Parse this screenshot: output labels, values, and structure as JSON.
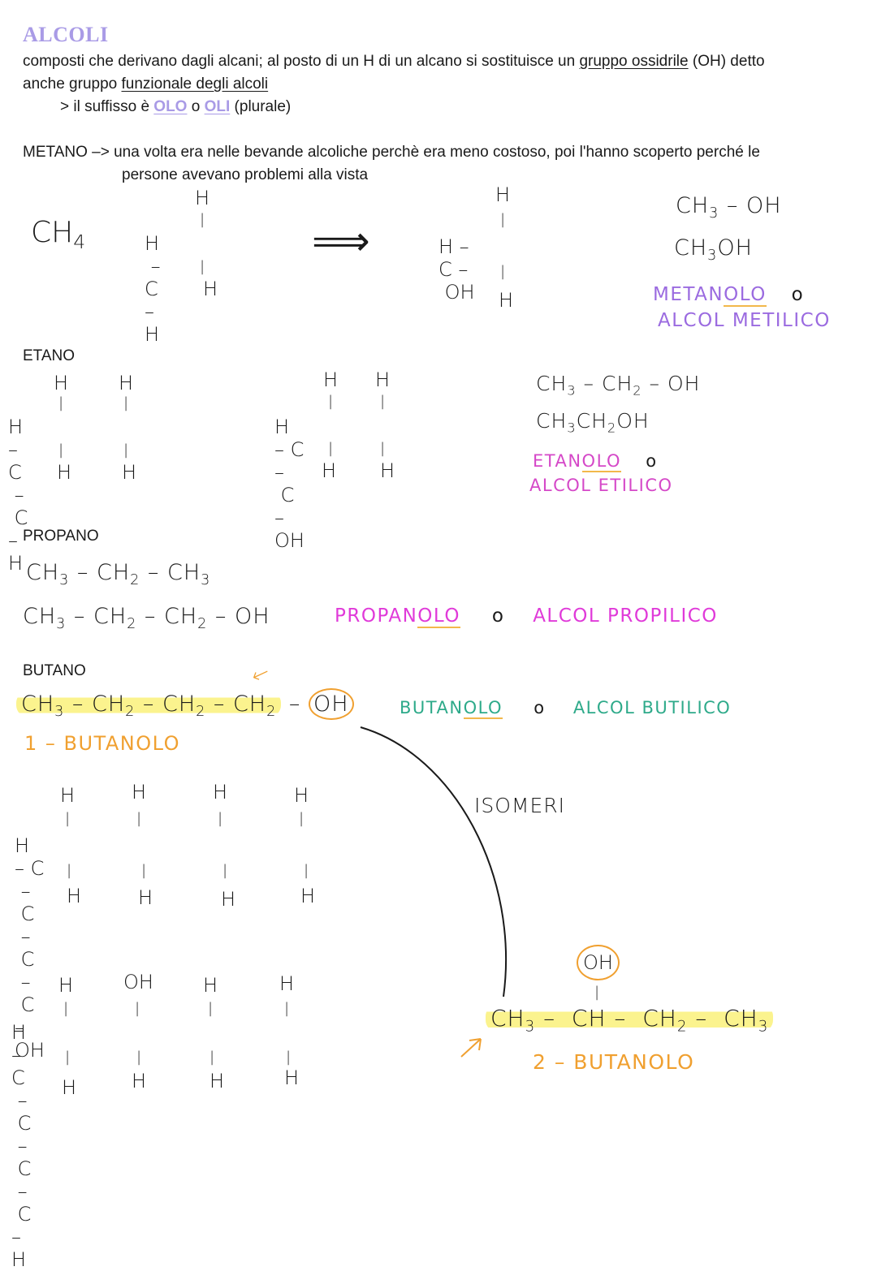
{
  "title": "ALCOLI",
  "intro": {
    "line1_pre": "composti che derivano dagli alcani; al posto di un H di un alcano si sostituisce un ",
    "line1_u": "gruppo ossidrile",
    "line1_post": " (OH) detto",
    "line2_pre": "anche gruppo ",
    "line2_u": "funzionale degli alcoli",
    "suffix_pre": "> il suffisso è ",
    "suffix_a": "OLO",
    "suffix_mid": " o ",
    "suffix_b": "OLI",
    "suffix_post": " (plurale)"
  },
  "metano": {
    "note_label": "METANO –>",
    "note_line1": " una volta era nelle bevande alcoliche perchè era meno costoso, poi l'hanno scoperto perché le",
    "note_line2": "persone avevano problemi alla vista",
    "formula": "CH4",
    "arrow": "⟹",
    "condensed1": "CH3 – OH",
    "condensed2": "CH3OH",
    "name1_pre": "METAN",
    "name1_u": "OLO",
    "name_or": "o",
    "name2": "ALCOL METILICO"
  },
  "etano": {
    "label": "ETANO",
    "condensed1": "CH3 – CH2 – OH",
    "condensed2": "CH3CH2OH",
    "name1_pre": "ETAN",
    "name1_u": "OLO",
    "name_or": "o",
    "name2": "ALCOL ETILICO"
  },
  "propano": {
    "label": "PROPANO",
    "alkane": "CH3 – CH2 – CH3",
    "alcohol": "CH3 – CH2 – CH2 – OH",
    "name1_pre": "PROPAN",
    "name1_u": "OLO",
    "name_or": "o",
    "name2": "ALCOL PROPILICO"
  },
  "butano": {
    "label": "BUTANO",
    "alcohol_chain": "CH3 – CH2 – CH2 – CH2",
    "alcohol_oh": "OH",
    "isomer1_name": "1 – BUTANOLO",
    "name1_pre": "BUTAN",
    "name1_u": "OLO",
    "name_or": "o",
    "name2": "ALCOL BUTILICO",
    "isomers_label": "ISOMERI",
    "isomer2_chain": "CH3 – CH – CH2 – CH3",
    "isomer2_oh": "OH",
    "isomer2_name": "2 – BUTANOLO"
  },
  "colors": {
    "title": "#a99be6",
    "metanolo": "#9b6be0",
    "etanolo": "#d548c8",
    "propanolo": "#e03ad9",
    "butanolo": "#2eaa8a",
    "orange": "#f0a030",
    "highlight": "#fbf38e"
  }
}
